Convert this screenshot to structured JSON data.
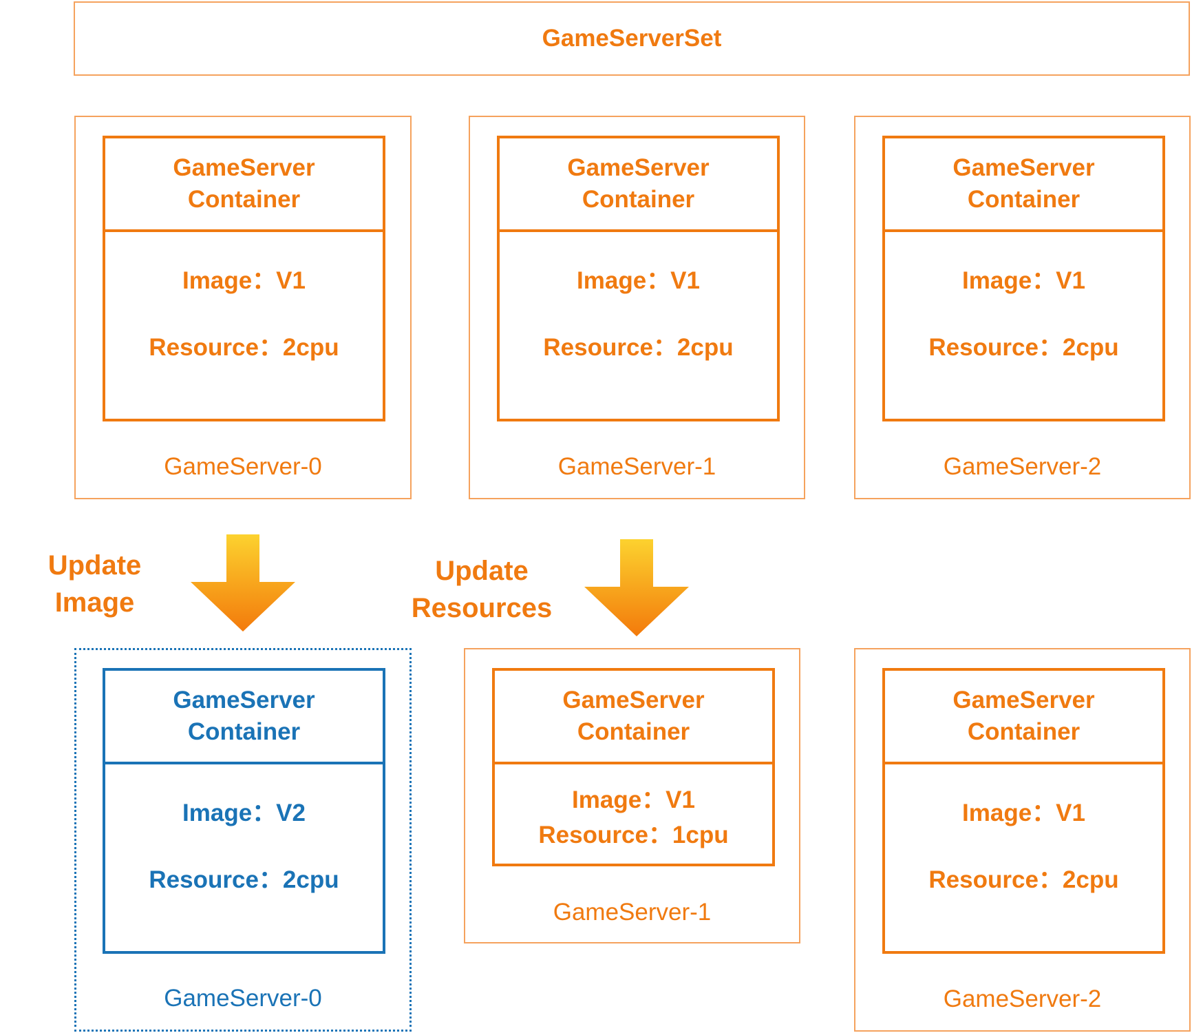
{
  "set": {
    "title": "GameServerSet"
  },
  "top_row": [
    {
      "container_title_1": "GameServer",
      "container_title_2": "Container",
      "image": "Image：V1",
      "resource": "Resource：2cpu",
      "label": "GameServer-0"
    },
    {
      "container_title_1": "GameServer",
      "container_title_2": "Container",
      "image": "Image：V1",
      "resource": "Resource：2cpu",
      "label": "GameServer-1"
    },
    {
      "container_title_1": "GameServer",
      "container_title_2": "Container",
      "image": "Image：V1",
      "resource": "Resource：2cpu",
      "label": "GameServer-2"
    }
  ],
  "updates": {
    "image": {
      "line1": "Update",
      "line2": "Image"
    },
    "resources": {
      "line1": "Update",
      "line2": "Resources"
    }
  },
  "bottom_row": [
    {
      "container_title_1": "GameServer",
      "container_title_2": "Container",
      "image": "Image：V2",
      "resource": "Resource：2cpu",
      "label": "GameServer-0"
    },
    {
      "container_title_1": "GameServer",
      "container_title_2": "Container",
      "image": "Image：V1",
      "resource": "Resource：1cpu",
      "label": "GameServer-1"
    },
    {
      "container_title_1": "GameServer",
      "container_title_2": "Container",
      "image": "Image：V1",
      "resource": "Resource：2cpu",
      "label": "GameServer-2"
    }
  ],
  "colors": {
    "orange": "#F07A10",
    "light_orange": "#F5A25D",
    "blue": "#1A73B6",
    "arrow_top": "#FCD22F",
    "arrow_bottom": "#F37A0B"
  },
  "icons": {
    "update_arrow": "down-arrow-icon"
  }
}
